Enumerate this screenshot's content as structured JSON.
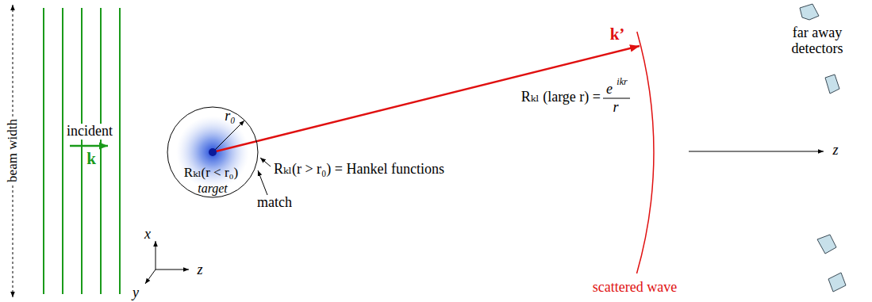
{
  "diagram": {
    "nodes": [
      {
        "text": [
          "r₀",
          "Rₖₗ(r < r₀)",
          "target"
        ]
      }
    ],
    "labels": [
      "beam width",
      "incident",
      "k",
      "x",
      "z",
      "y",
      "k’",
      "Rₖₗ(r > r₀) = Hankel functions",
      "match",
      "Rₖₗ (large r) =",
      "e",
      "ikr",
      "r",
      "far away detectors",
      "z",
      "scattered wave"
    ]
  }
}
